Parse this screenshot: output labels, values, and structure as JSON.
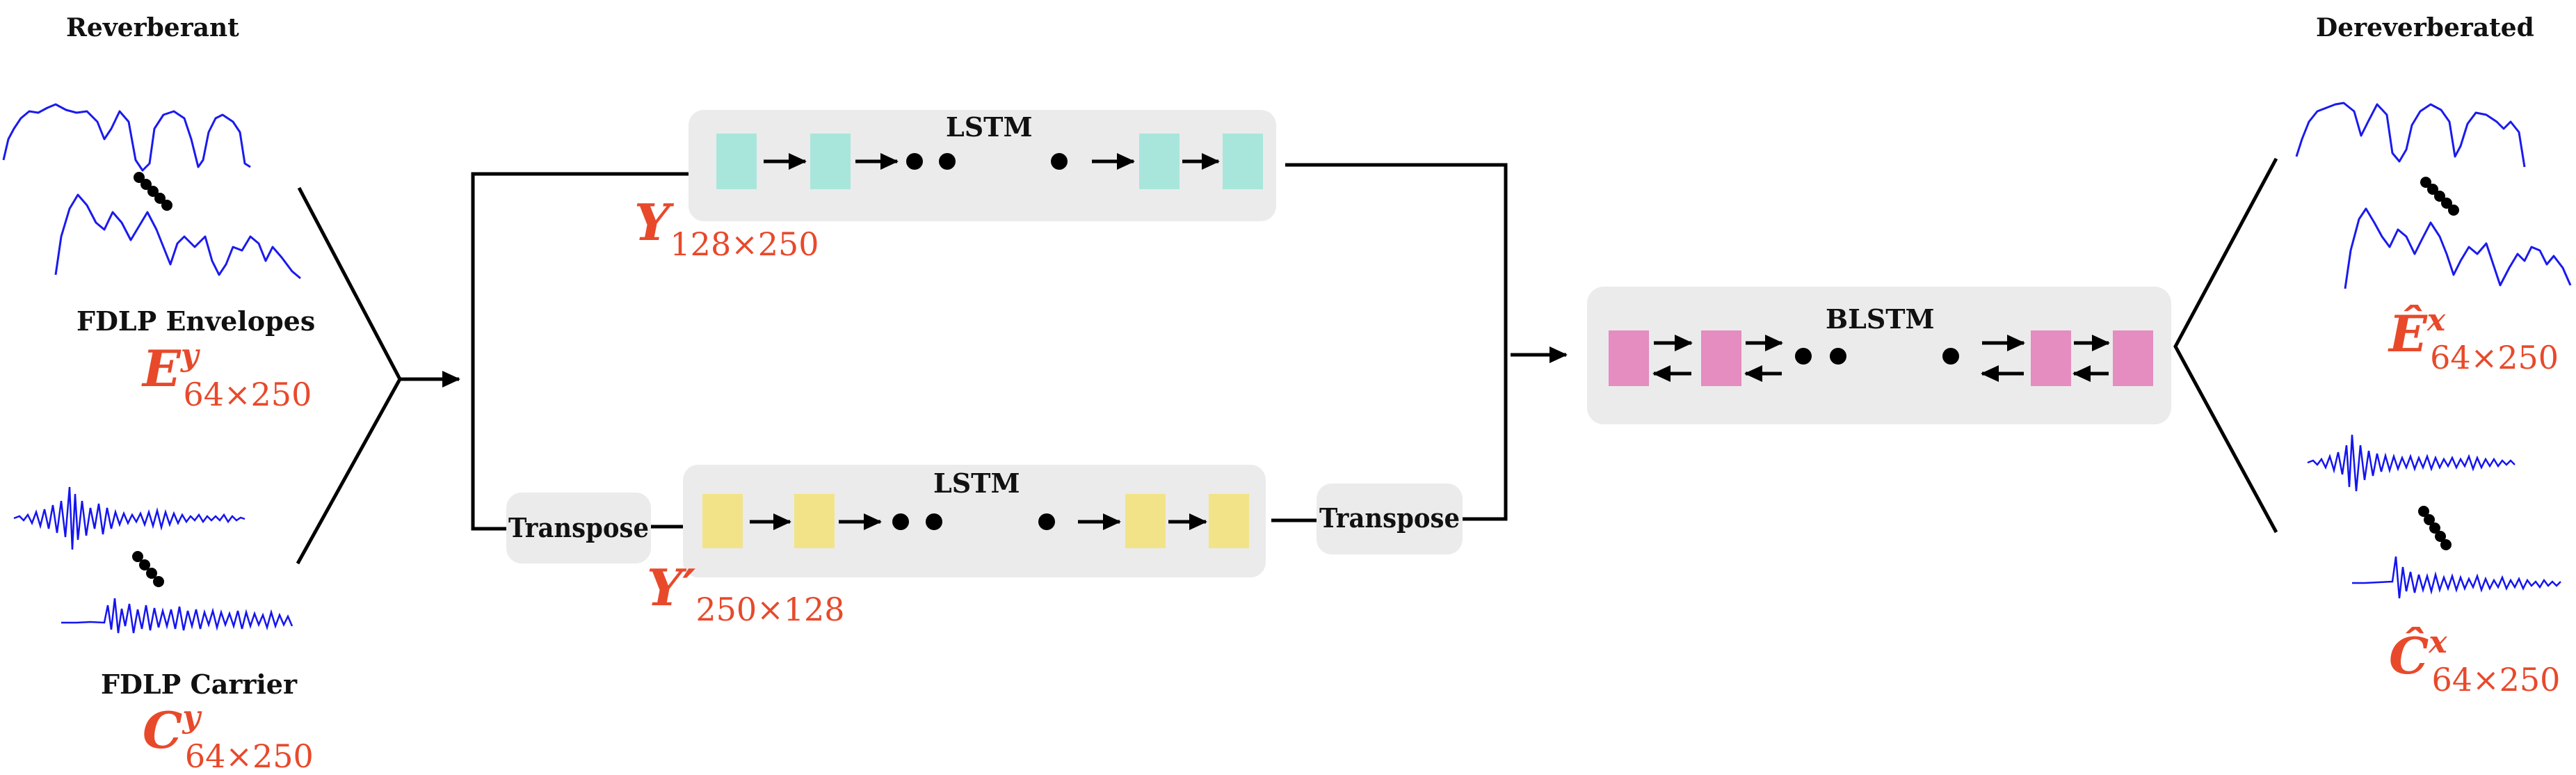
{
  "headers": {
    "input": "Reverberant",
    "output": "Dereverberated"
  },
  "inputs": {
    "envelope_label": "FDLP Envelopes",
    "envelope_symbol": "E",
    "envelope_sup": "y",
    "envelope_sub": "64×250",
    "carrier_label": "FDLP Carrier",
    "carrier_symbol": "C",
    "carrier_sup": "y",
    "carrier_sub": "64×250"
  },
  "top_branch": {
    "block_label": "LSTM",
    "symbol": "Y",
    "sub": "128×250",
    "cell_color": "#a8e6dc"
  },
  "bottom_branch": {
    "transpose_in": "Transpose",
    "block_label": "LSTM",
    "symbol": "Y′",
    "sub": "250×128",
    "transpose_out": "Transpose",
    "cell_color": "#f2e388"
  },
  "merge": {
    "block_label": "BLSTM",
    "cell_color": "#e58cc1"
  },
  "outputs": {
    "envelope_symbol": "Ê",
    "envelope_sup": "x",
    "envelope_sub": "64×250",
    "carrier_symbol": "Ĉ",
    "carrier_sup": "x",
    "carrier_sub": "64×250"
  },
  "colors": {
    "math_accent": "#e8492b",
    "waveform": "#1a1aee",
    "block_bg": "#ebebeb"
  },
  "icons": {
    "arrow": "right-arrow-icon",
    "ellipsis": "dots-icon"
  }
}
